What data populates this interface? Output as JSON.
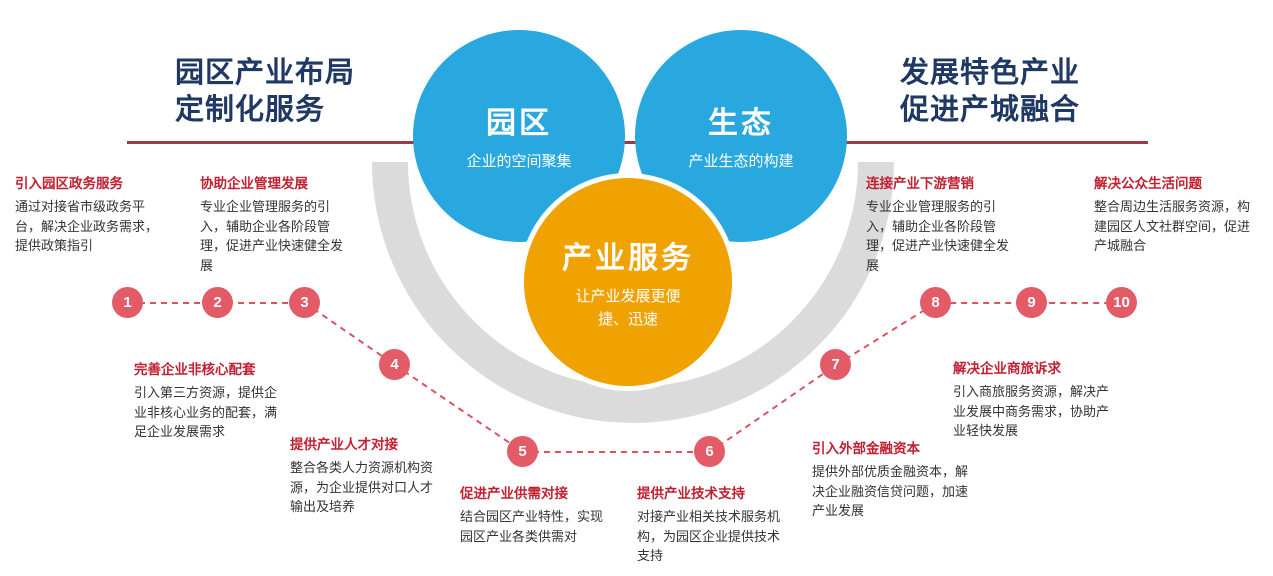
{
  "header": {
    "left_title_line1": "园区产业布局",
    "left_title_line2": "定制化服务",
    "right_title_line1": "发展特色产业",
    "right_title_line2": "促进产城融合"
  },
  "bubbles": {
    "park": {
      "title": "园区",
      "subtitle": "企业的空间聚集"
    },
    "ecology": {
      "title": "生态",
      "subtitle": "产业生态的构建"
    },
    "service": {
      "title": "产业服务",
      "subtitle": "让产业发展更便捷、迅速"
    }
  },
  "steps": [
    {
      "num": "1",
      "title": "引入园区政务服务",
      "desc": "通过对接省市级政务平台，解决企业政务需求，提供政策指引"
    },
    {
      "num": "2",
      "title": "协助企业管理发展",
      "desc": "专业企业管理服务的引入，辅助企业各阶段管理，促进产业快速健全发展"
    },
    {
      "num": "3",
      "title": "完善企业非核心配套",
      "desc": "引入第三方资源，提供企业非核心业务的配套，满足企业发展需求"
    },
    {
      "num": "4",
      "title": "提供产业人才对接",
      "desc": "整合各类人力资源机构资源，为企业提供对口人才输出及培养"
    },
    {
      "num": "5",
      "title": "促进产业供需对接",
      "desc": "结合园区产业特性，实现园区产业各类供需对"
    },
    {
      "num": "6",
      "title": "提供产业技术支持",
      "desc": "对接产业相关技术服务机构，为园区企业提供技术支持"
    },
    {
      "num": "7",
      "title": "引入外部金融资本",
      "desc": "提供外部优质金融资本，解决企业融资信贷问题，加速产业发展"
    },
    {
      "num": "8",
      "title": "连接产业下游营销",
      "desc": "专业企业管理服务的引入，辅助企业各阶段管理，促进产业快速健全发展"
    },
    {
      "num": "9",
      "title": "解决企业商旅诉求",
      "desc": "引入商旅服务资源，解决产业发展中商务需求，协助产业轻快发展"
    },
    {
      "num": "10",
      "title": "解决公众生活问题",
      "desc": "整合周边生活服务资源，构建园区人文社群空间，促进产城融合"
    }
  ],
  "colors": {
    "bubble_blue": "#29a8e0",
    "bubble_orange": "#f0a202",
    "step_title_red": "#c21f30",
    "node_red": "#e25b66",
    "connector_red": "#d9545e",
    "title_navy": "#203864",
    "ring_gray": "#dbdbdb",
    "top_line": "#9b3b43"
  }
}
